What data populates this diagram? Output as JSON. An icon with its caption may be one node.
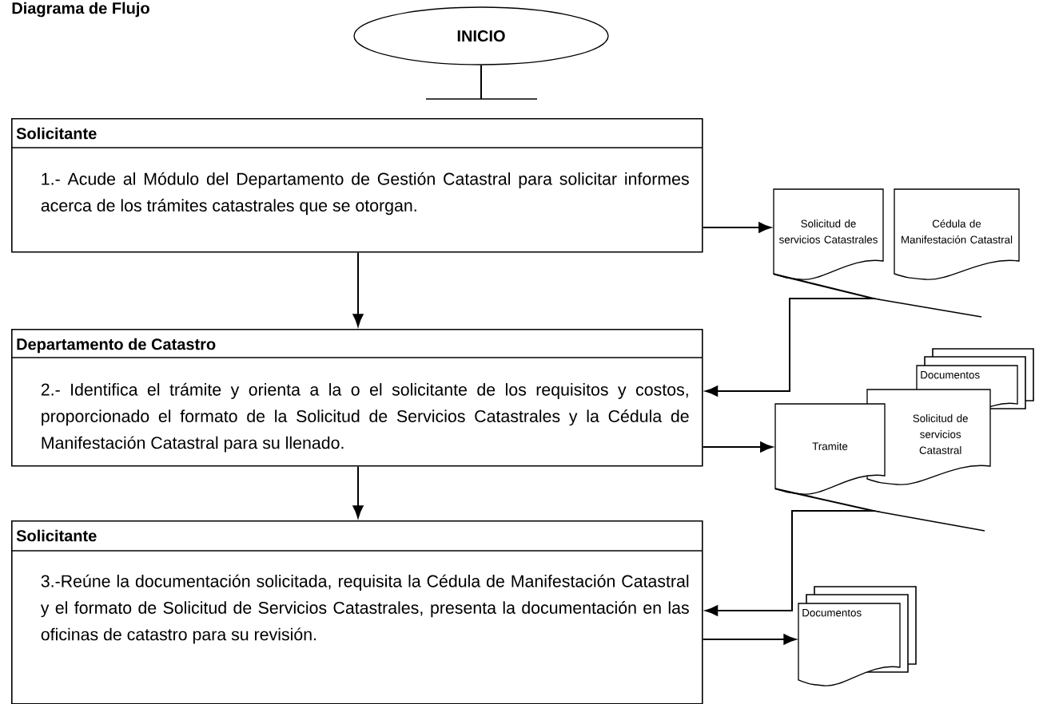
{
  "diagram": {
    "title": "Diagrama de Flujo",
    "nodes": [
      {
        "text": [
          "INICIO"
        ]
      },
      {
        "text": [
          "Solicitante",
          "1.- Acude al Módulo del Departamento de Gestión Catastral para solicitar informes acerca de los trámites catastrales que se otorgan."
        ]
      },
      {
        "text": [
          "Departamento de Catastro",
          "2.- Identifica el trámite y orienta a la o el solicitante de los requisitos y costos, proporcionado el formato de la Solicitud de Servicios Catastrales y la Cédula de Manifestación Catastral para su llenado."
        ]
      },
      {
        "text": [
          "Solicitante",
          "3.-Reúne la documentación solicitada, requisita la Cédula de Manifestación Catastral y el formato de Solicitud de Servicios Catastrales, presenta la documentación en las oficinas de catastro para su revisión."
        ]
      },
      {
        "text": [
          "Solicitud de servicios Catastrales"
        ]
      },
      {
        "text": [
          "Cédula de Manifestación Catastral"
        ]
      },
      {
        "text": [
          "Documentos"
        ]
      },
      {
        "text": [
          "Solicitud de servicios Catastral"
        ]
      },
      {
        "text": [
          "Tramite"
        ]
      },
      {
        "text": [
          "Documentos"
        ]
      }
    ],
    "edges": [
      {
        "from": 0,
        "to": null,
        "arrow": "none"
      },
      {
        "from": 1,
        "to": 2,
        "arrow": "to"
      },
      {
        "from": 1,
        "to": 4,
        "arrow": "to"
      },
      {
        "from": 4,
        "to": 2,
        "arrow": "to"
      },
      {
        "from": 2,
        "to": 8,
        "arrow": "to"
      },
      {
        "from": 2,
        "to": 3,
        "arrow": "to"
      },
      {
        "from": 8,
        "to": 3,
        "arrow": "to"
      },
      {
        "from": 3,
        "to": 9,
        "arrow": "to"
      }
    ]
  }
}
